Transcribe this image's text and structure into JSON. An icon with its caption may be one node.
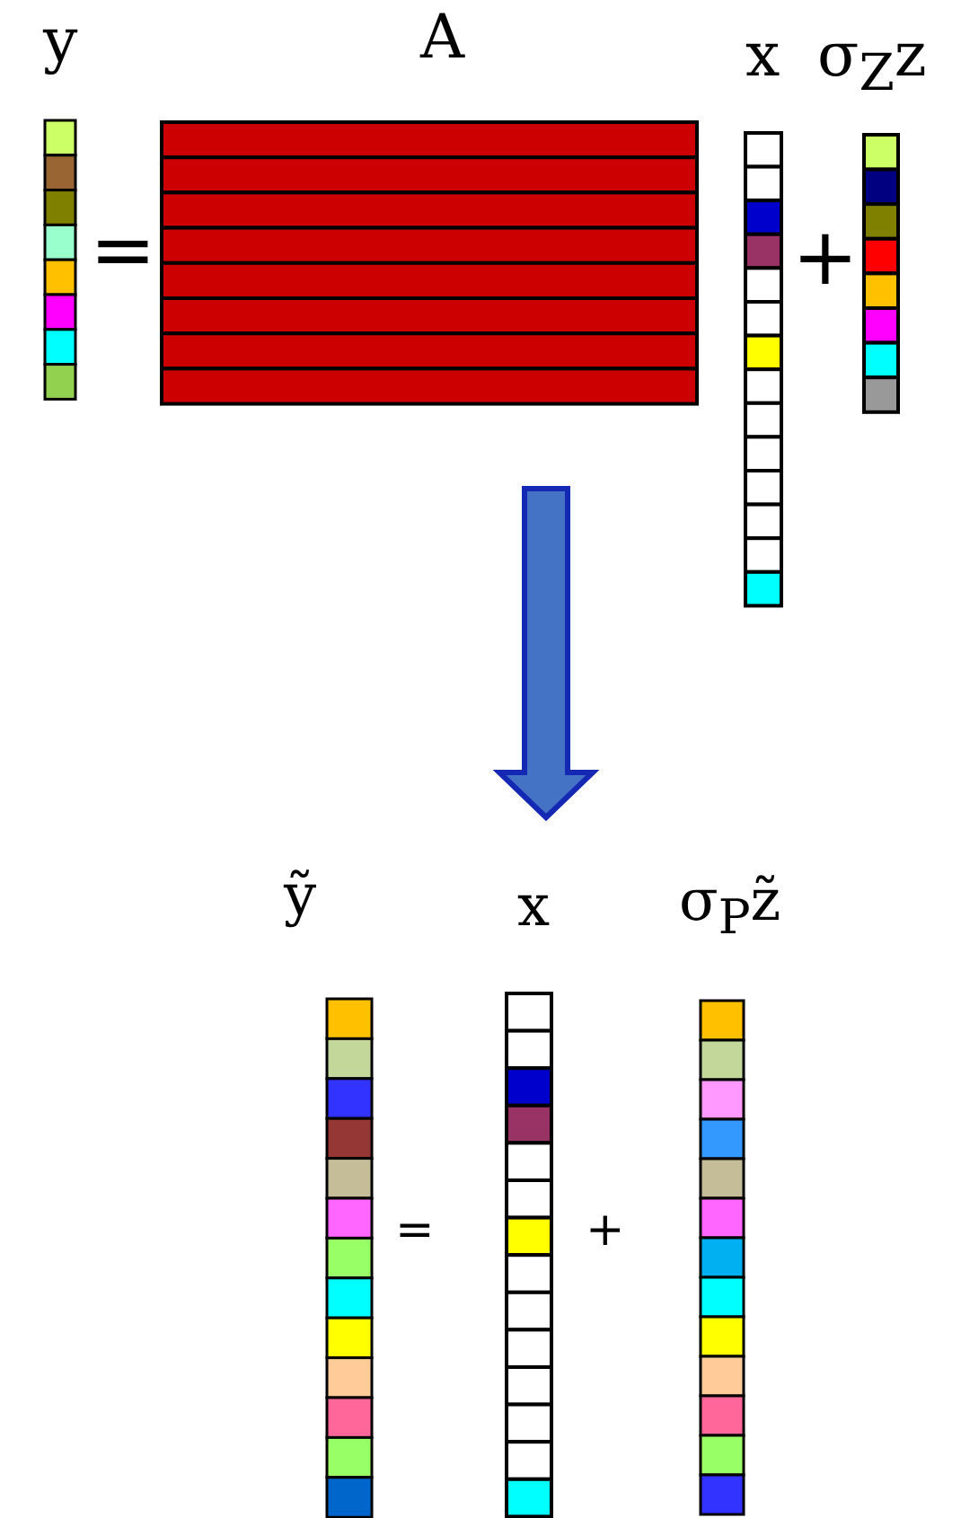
{
  "diagram": {
    "labels": [
      "y",
      "A",
      "x",
      "σ$_{Z}$z",
      "=",
      "+",
      "ỹ",
      "x",
      "σ$_{P}$z̃",
      "=",
      "+"
    ]
  }
}
